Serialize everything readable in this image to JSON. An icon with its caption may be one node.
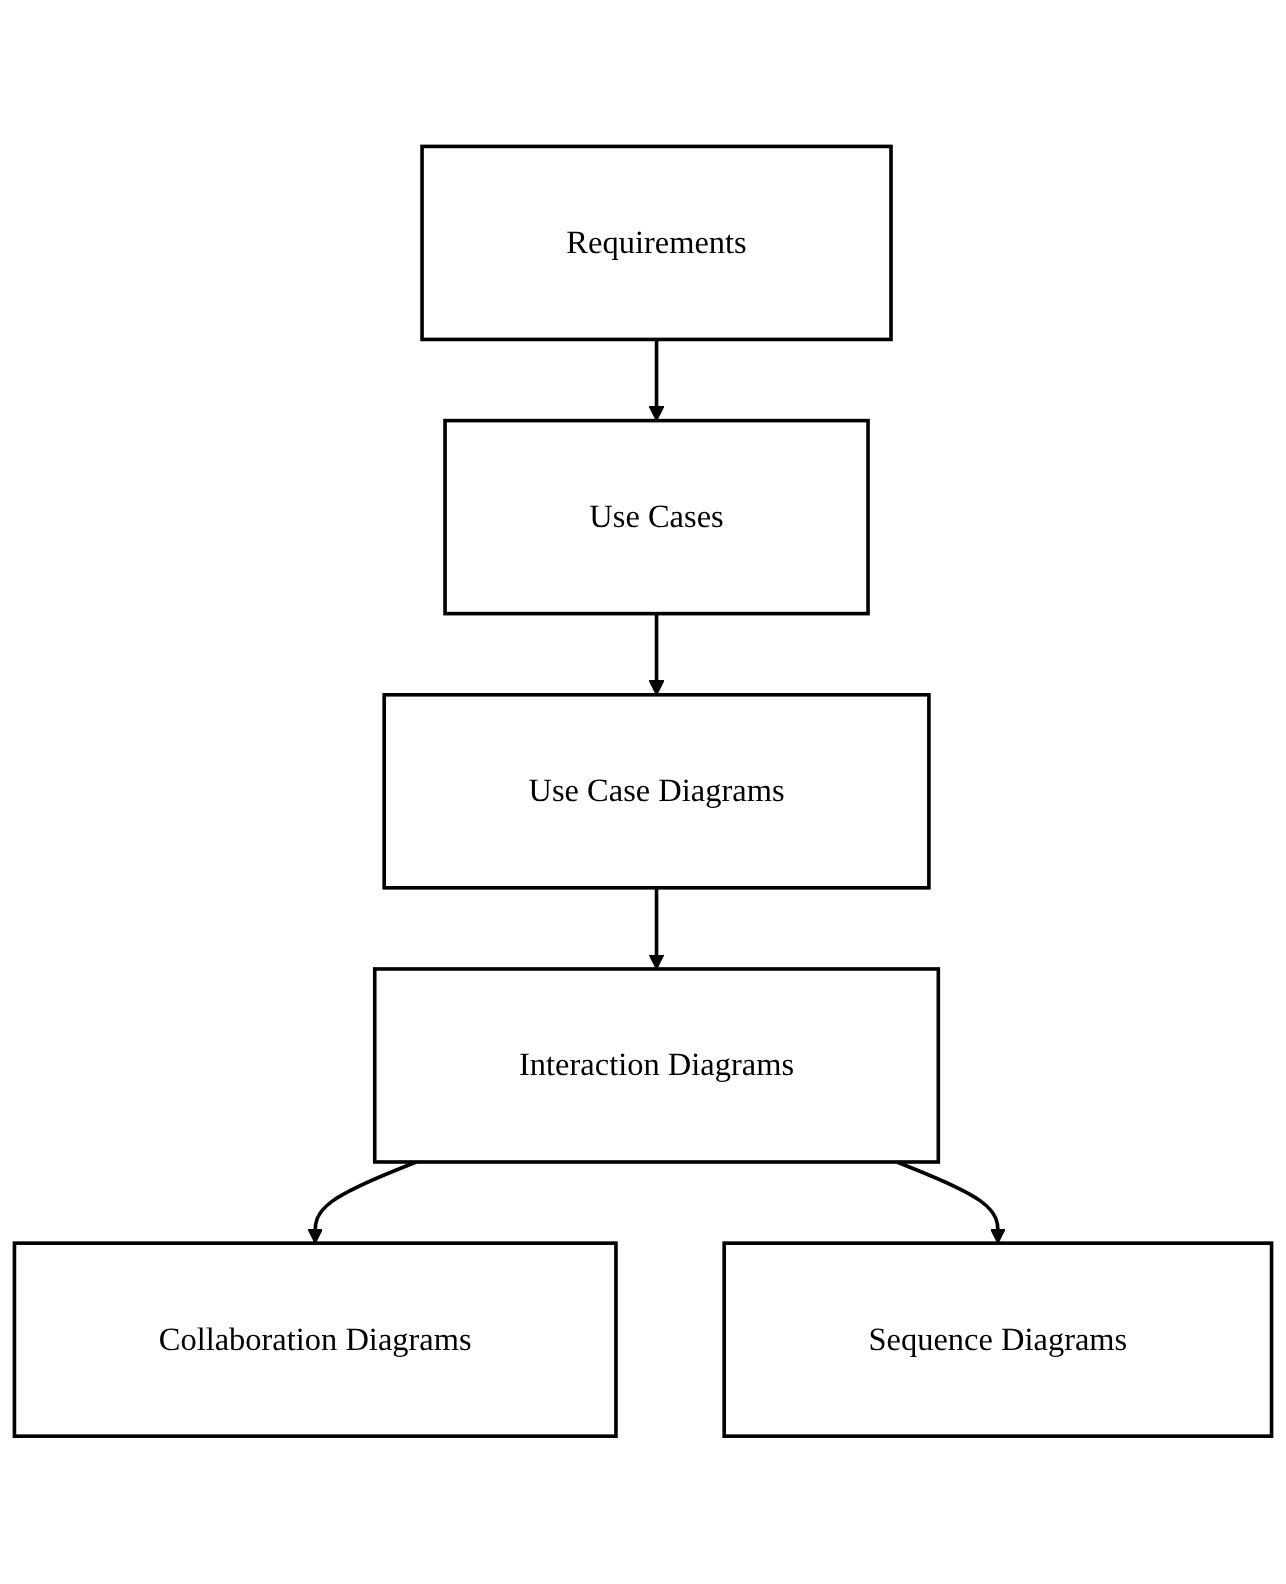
{
  "diagram": {
    "nodes": [
      {
        "text": [
          "Requirements"
        ]
      },
      {
        "text": [
          "Use Cases"
        ]
      },
      {
        "text": [
          "Use Case Diagrams"
        ]
      },
      {
        "text": [
          "Interaction Diagrams"
        ]
      },
      {
        "text": [
          "Collaboration Diagrams"
        ]
      },
      {
        "text": [
          "Sequence Diagrams"
        ]
      }
    ],
    "edges": [
      {
        "from": 0,
        "to": 1,
        "arrow": "to"
      },
      {
        "from": 1,
        "to": 2,
        "arrow": "to"
      },
      {
        "from": 2,
        "to": 3,
        "arrow": "to"
      },
      {
        "from": 3,
        "to": 4,
        "arrow": "to"
      },
      {
        "from": 3,
        "to": 5,
        "arrow": "to"
      }
    ]
  }
}
